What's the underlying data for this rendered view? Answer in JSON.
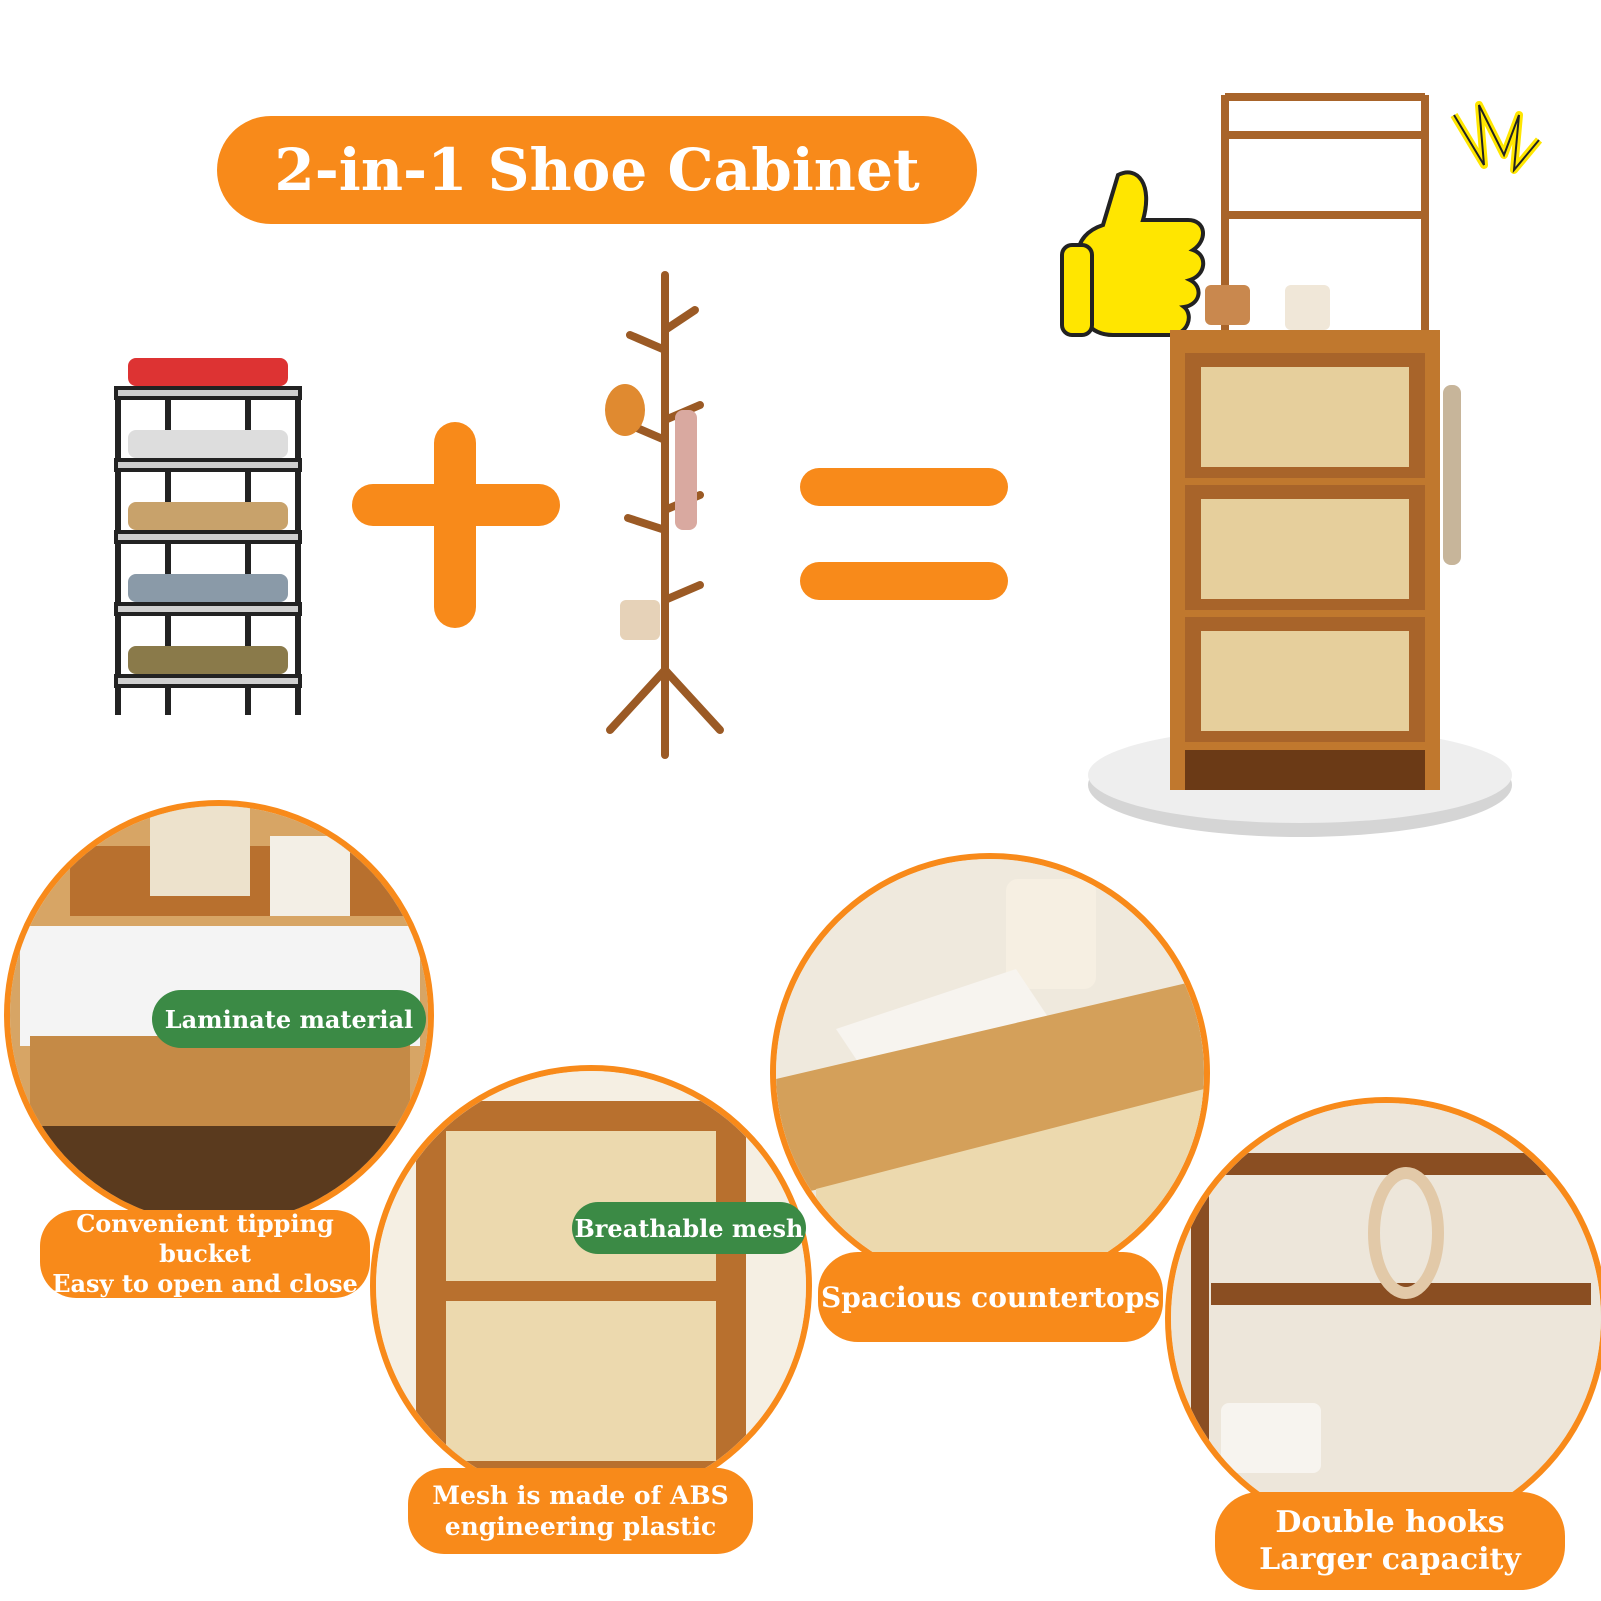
{
  "title": "2-in-1 Shoe Cabinet",
  "captions": {
    "tipping": [
      "Convenient tipping bucket",
      "Easy to open and close"
    ],
    "laminate": "Laminate material",
    "mesh_tag": "Breathable mesh",
    "mesh_material": [
      "Mesh is made of ABS",
      "engineering plastic"
    ],
    "countertops": "Spacious countertops",
    "hooks": [
      "Double hooks",
      "Larger capacity"
    ]
  },
  "colors": {
    "accent": "#f88a1a",
    "green": "#3b8a45",
    "wood": "#a8642a",
    "rattan": "#e6cf9c",
    "emoji": "#ffe600"
  }
}
